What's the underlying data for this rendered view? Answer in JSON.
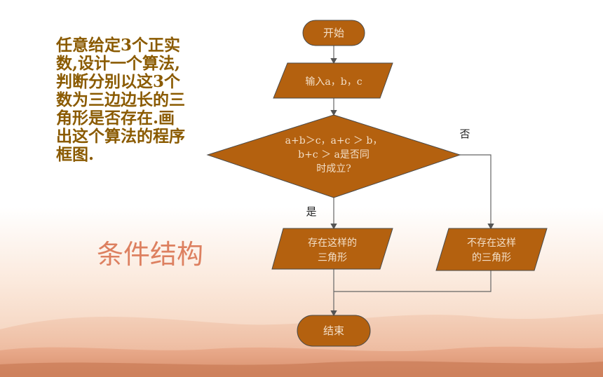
{
  "problem_text": "任意给定3个正实\n数,设计一个算法,\n判断分别以这3个\n数为三边边长的三\n角形是否存在.画\n出这个算法的程序\n框图.",
  "topic": "条件结构",
  "flowchart": {
    "start": "开始",
    "input": "输入a，b，c",
    "decision_lines": [
      "a+b＞c，a+c ＞ b，",
      "b+c ＞ a是否同",
      "时成立?"
    ],
    "yes_label": "是",
    "no_label": "否",
    "yes_box_lines": [
      "存在这样的",
      "三角形"
    ],
    "no_box_lines": [
      "不存在这样",
      "的三角形"
    ],
    "end": "结束"
  },
  "colors": {
    "shape_fill": "#b4610f",
    "shape_stroke": "#4a4a4a",
    "shape_text": "#f3dfc8",
    "problem_text": "#8a5a00",
    "topic_text": "#dd8060"
  }
}
